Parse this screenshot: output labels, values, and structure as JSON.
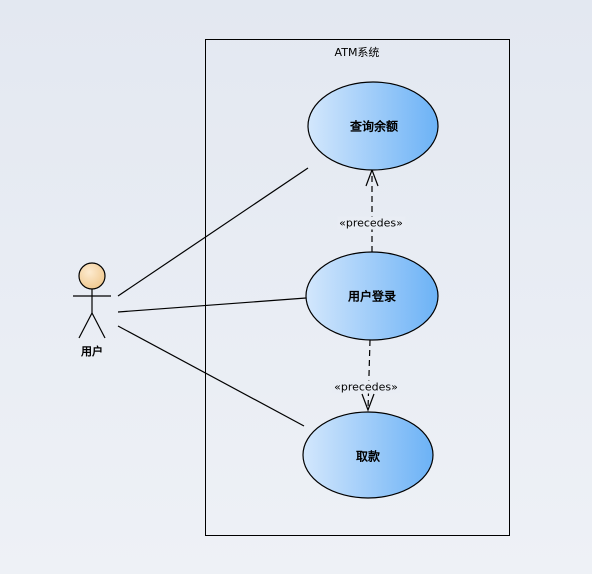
{
  "system": {
    "title": "ATM系统"
  },
  "actor": {
    "name": "用户"
  },
  "use_cases": {
    "query_balance": "查询余额",
    "login": "用户登录",
    "withdraw": "取款"
  },
  "relations": {
    "precedes_query": "«precedes»",
    "precedes_withdraw": "«precedes»"
  },
  "colors": {
    "usecase_fill_left": "#cfe4fb",
    "usecase_fill_right": "#6fb4f7",
    "actor_head": "#f8d7a6",
    "line": "#000000"
  }
}
